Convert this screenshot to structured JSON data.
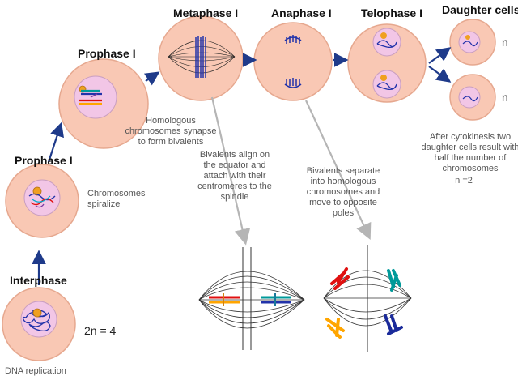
{
  "colors": {
    "cell_fill": "#f9c8b4",
    "cell_stroke": "#e6a88f",
    "nucleus_fill": "#f2c6e6",
    "arrow_blue": "#1e3a8a",
    "arrow_gray": "#b5b5b5",
    "chromosome_blue": "#2233aa",
    "chromosome_red": "#e01010",
    "chromosome_orange": "#ffa500",
    "chromosome_teal": "#009a9a",
    "centromere_orange": "#f0a020"
  },
  "stages": {
    "interphase": "Interphase",
    "prophase_early": "Prophase I",
    "prophase_late": "Prophase I",
    "metaphase": "Metaphase I",
    "anaphase": "Anaphase I",
    "telophase": "Telophase I",
    "daughter": "Daughter cells"
  },
  "notes": {
    "dna_replication": "DNA replication",
    "ploidy": "2n = 4",
    "spiralize": "Chromosomes spiralize",
    "synapse": "Homologous chromosomes synapse to form bivalents",
    "metaphase_note": "Bivalents align on the equator and attach with their centromeres to the spindle",
    "anaphase_note": "Bivalents separate into homologous chromosomes and move to opposite poles",
    "cytokinesis_note": "After cytokinesis two daughter cells result with half the number of chromosomes",
    "n_equals": "n =2",
    "daughter_n_top": "n",
    "daughter_n_bottom": "n"
  }
}
